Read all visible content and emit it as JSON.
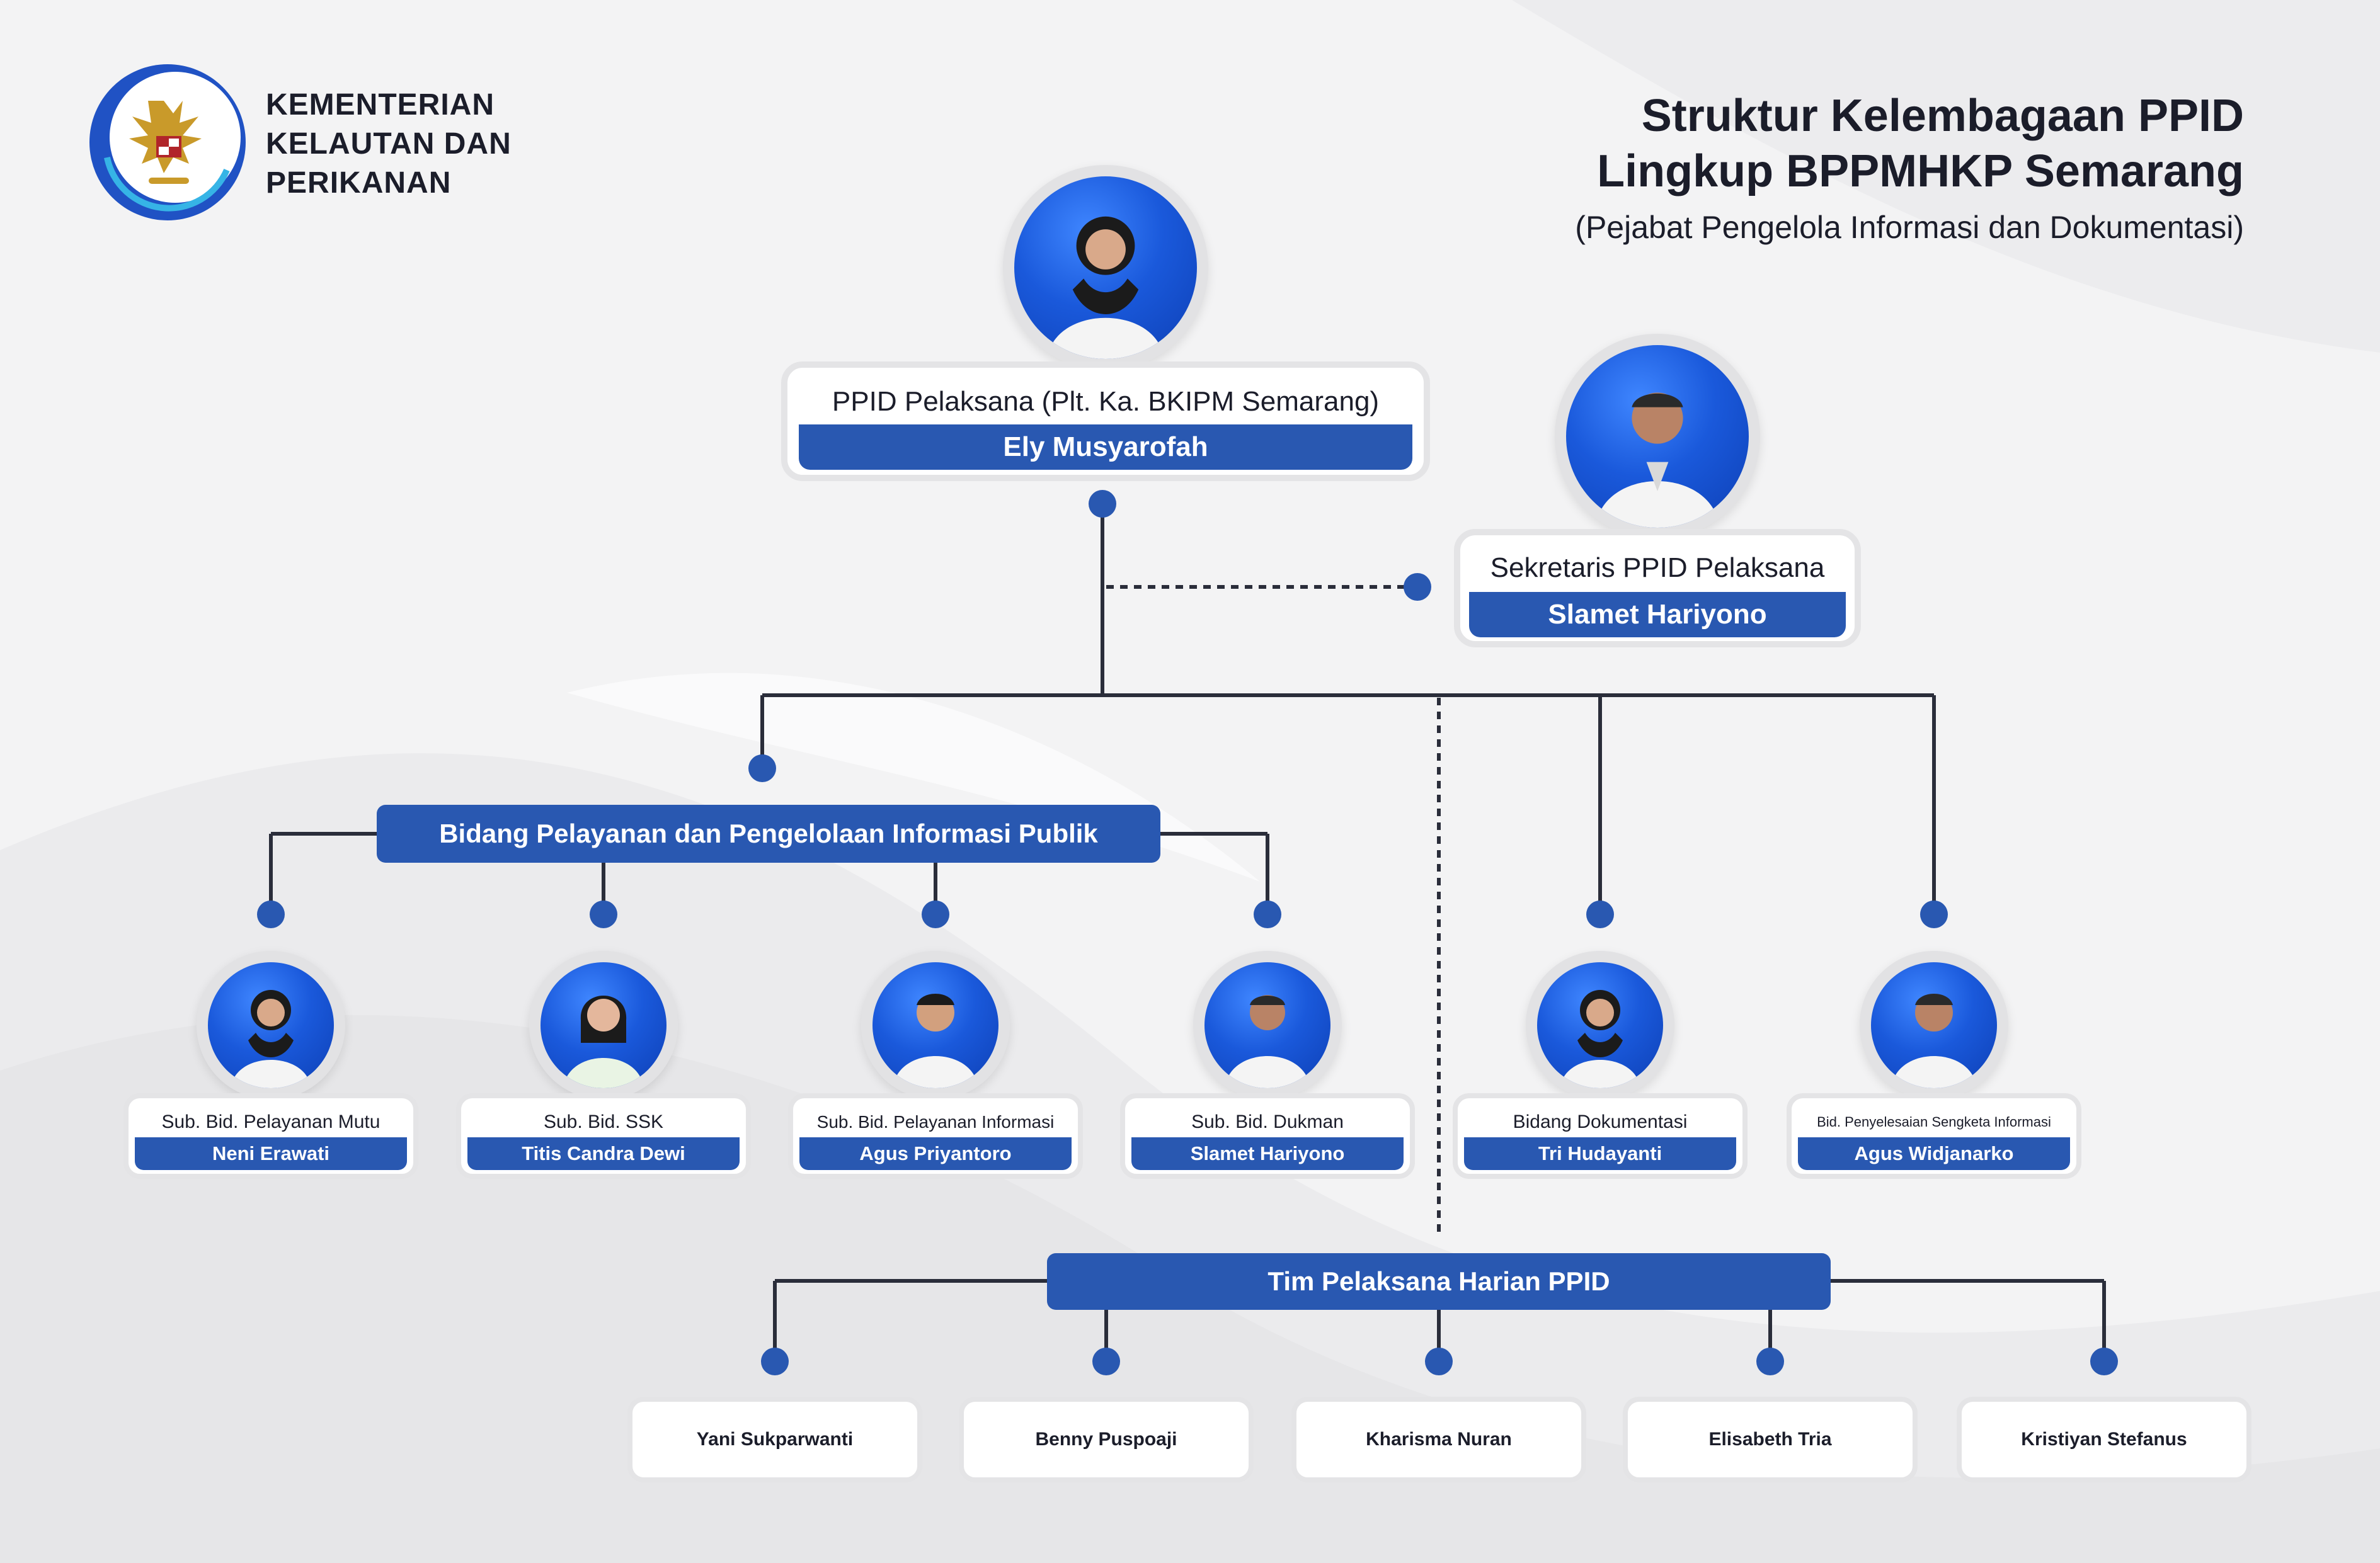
{
  "header": {
    "org_line1": "KEMENTERIAN",
    "org_line2": "KELAUTAN DAN",
    "org_line3": "PERIKANAN",
    "title_line1": "Struktur Kelembagaan PPID",
    "title_line2": "Lingkup BPPMHKP Semarang",
    "title_line3": "(Pejabat Pengelola Informasi dan Dokumentasi)"
  },
  "head": {
    "role": "PPID Pelaksana (Plt. Ka. BKIPM Semarang)",
    "name": "Ely Musyarofah"
  },
  "secretary": {
    "role": "Sekretaris PPID Pelaksana",
    "name": "Slamet Hariyono"
  },
  "bidang_pelayanan": "Bidang Pelayanan dan Pengelolaan Informasi Publik",
  "staff": [
    {
      "role": "Sub. Bid. Pelayanan Mutu",
      "name": "Neni Erawati"
    },
    {
      "role": "Sub. Bid. SSK",
      "name": "Titis Candra Dewi"
    },
    {
      "role": "Sub. Bid. Pelayanan Informasi",
      "name": "Agus Priyantoro"
    },
    {
      "role": "Sub. Bid. Dukman",
      "name": "Slamet Hariyono"
    },
    {
      "role": "Bidang Dokumentasi",
      "name": "Tri Hudayanti"
    },
    {
      "role": "Bid. Penyelesaian Sengketa Informasi",
      "name": "Agus Widjanarko"
    }
  ],
  "tim": {
    "title": "Tim Pelaksana Harian PPID",
    "members": [
      "Yani Sukparwanti",
      "Benny Puspoaji",
      "Kharisma Nuran",
      "Elisabeth Tria",
      "Kristiyan Stefanus"
    ]
  },
  "colors": {
    "accent": "#2958b1",
    "text": "#1b1d2a",
    "background": "#f3f3f4"
  }
}
